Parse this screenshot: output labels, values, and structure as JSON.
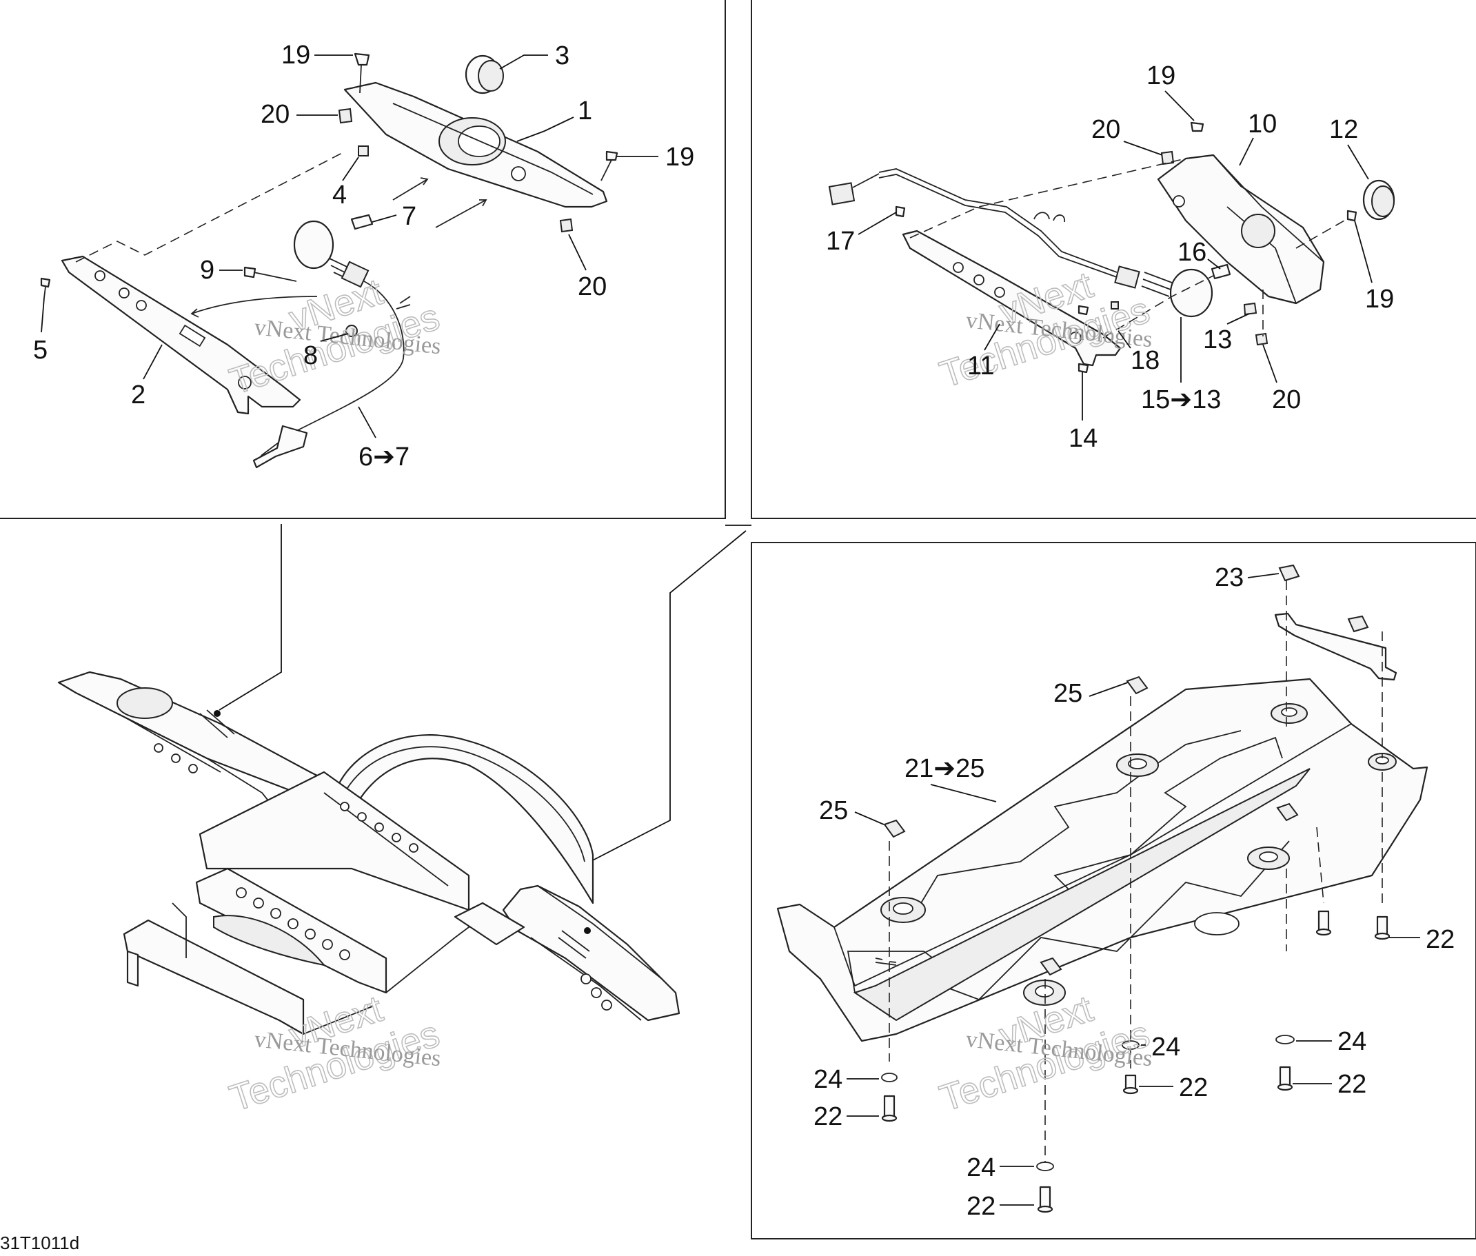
{
  "diagram": {
    "drawing_code": "31T1011d",
    "watermark": {
      "line1": "vNext Technologies",
      "line2": "vNext",
      "line3": "Technologies"
    },
    "callouts": {
      "panel_top_left": [
        "19",
        "3",
        "20",
        "1",
        "19",
        "4",
        "7",
        "20",
        "9",
        "5",
        "8",
        "2",
        "6➔7"
      ],
      "panel_top_right": [
        "19",
        "20",
        "10",
        "12",
        "17",
        "16",
        "19",
        "13",
        "11",
        "18",
        "15➔13",
        "20",
        "14"
      ],
      "panel_bottom_right": [
        "23",
        "25",
        "21➔25",
        "25",
        "22",
        "24",
        "24",
        "22",
        "22",
        "24",
        "22",
        "24",
        "22"
      ]
    }
  }
}
